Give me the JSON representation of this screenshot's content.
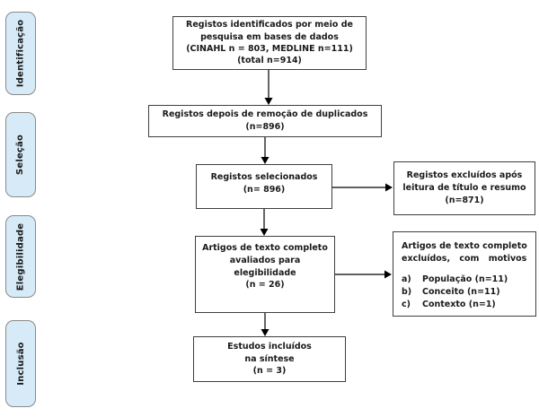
{
  "colors": {
    "sidebar_fill": "#d6eaf8",
    "sidebar_border": "#8a8a8a",
    "box_border": "#3f3f3f",
    "arrow": "#000000"
  },
  "sidebar": {
    "items": [
      {
        "label": "Identificação"
      },
      {
        "label": "Seleção"
      },
      {
        "label": "Elegibilidade"
      },
      {
        "label": "Inclusão"
      }
    ]
  },
  "boxes": {
    "identified": {
      "lines": [
        "Registos identificados por meio de",
        "pesquisa em bases de dados",
        "(CINAHL n = 803, MEDLINE n=111)",
        "(total n=914)"
      ]
    },
    "deduplicated": {
      "lines": [
        "Registos depois de remoção de duplicados",
        "(n=896)"
      ]
    },
    "screened": {
      "lines": [
        "Registos selecionados",
        "(n= 896)"
      ]
    },
    "excluded_screening": {
      "lines": [
        "Registos excluídos após",
        "leitura de título e resumo",
        "(n=871)"
      ]
    },
    "fulltext_assessed": {
      "lines": [
        "Artigos de texto completo",
        "avaliados para",
        "elegibilidade",
        "(n = 26)"
      ]
    },
    "fulltext_excluded": {
      "header_lines": [
        "Artigos de texto completo",
        "excluídos, com motivos"
      ],
      "reasons": [
        {
          "marker": "a)",
          "text": "População (n=11)"
        },
        {
          "marker": "b)",
          "text": "Conceito (n=11)"
        },
        {
          "marker": "c)",
          "text": "Contexto (n=1)"
        }
      ]
    },
    "included": {
      "lines": [
        "Estudos incluídos",
        "na síntese",
        "(n = 3)"
      ]
    }
  }
}
